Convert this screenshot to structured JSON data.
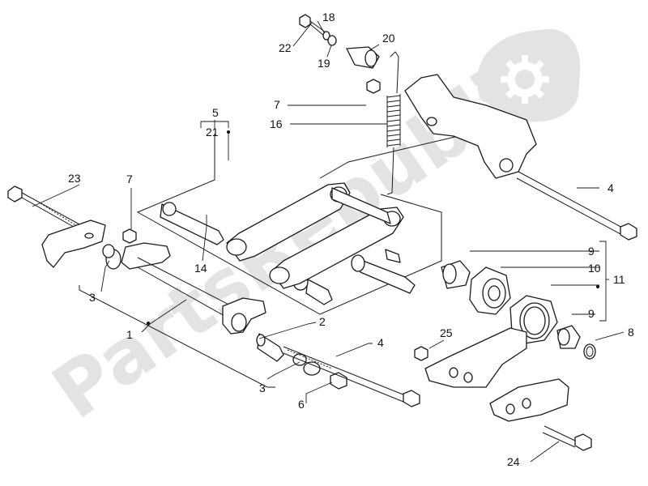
{
  "watermark": {
    "text": "PartsRepublik",
    "color": "#e3e3e3",
    "gear_icon": "gear-icon"
  },
  "callouts": {
    "c1": "1",
    "c2": "2",
    "c3a": "3",
    "c3b": "3",
    "c4a": "4",
    "c4b": "4",
    "c5": "5",
    "c6": "6",
    "c7a": "7",
    "c7b": "7",
    "c8": "8",
    "c9a": "9",
    "c9b": "9",
    "c10": "10",
    "c11": "11",
    "c14": "14",
    "c16": "16",
    "c18": "18",
    "c19": "19",
    "c20": "20",
    "c21": "21",
    "c22": "22",
    "c23": "23",
    "c24": "24",
    "c25": "25"
  },
  "colors": {
    "line": "#1a1a1a",
    "background": "#ffffff"
  }
}
